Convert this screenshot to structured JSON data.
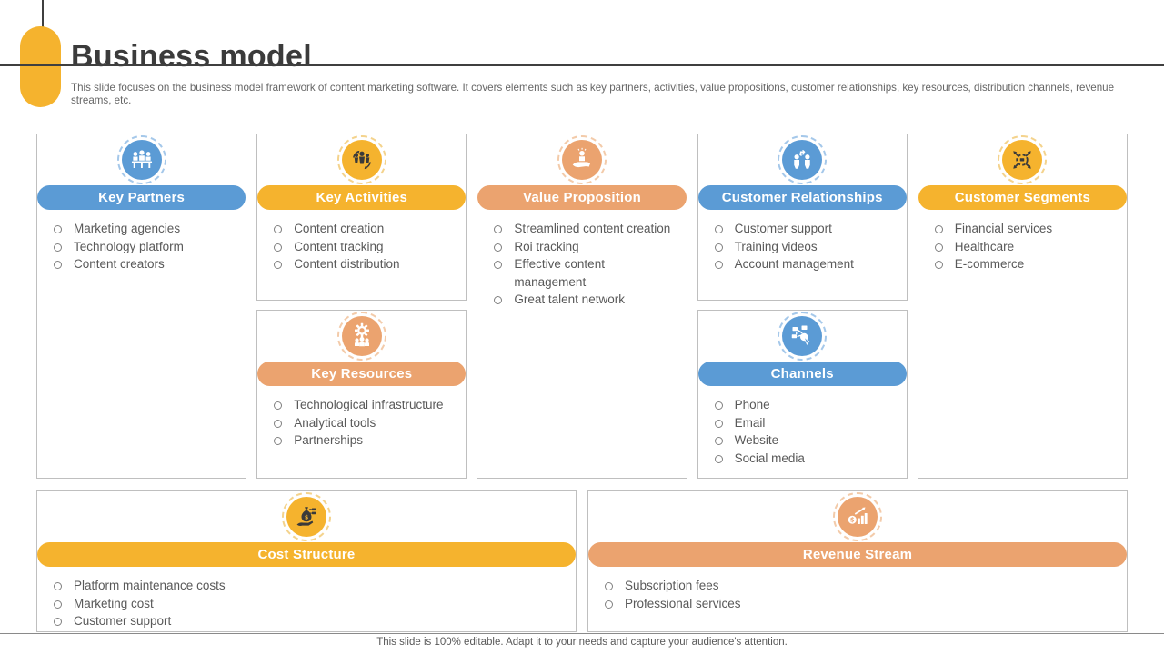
{
  "header": {
    "title": "Business model",
    "subtitle": "This slide focuses on the business model framework of content marketing software. It covers elements such as key partners, activities, value propositions, customer relationships, key resources, distribution channels, revenue streams, etc."
  },
  "footer": {
    "note": "This slide is 100% editable. Adapt it to your needs and capture your audience's attention."
  },
  "colors": {
    "blue": "#5B9BD5",
    "gold": "#F5B32E",
    "orange": "#EBA36F",
    "title_text": "#3B3B3B",
    "body_text": "#595959",
    "card_border": "#BFBFBF"
  },
  "cards": [
    {
      "title": "Key Partners",
      "color": "blue",
      "icon": "meeting-people-icon",
      "items": [
        "Marketing agencies",
        "Technology platform",
        "Content creators"
      ]
    },
    {
      "title": "Key Activities",
      "color": "gold",
      "icon": "people-sync-icon",
      "items": [
        "Content creation",
        "Content tracking",
        "Content distribution"
      ]
    },
    {
      "title": "Key Resources",
      "color": "orange",
      "icon": "gear-people-icon",
      "items": [
        "Technological infrastructure",
        "Analytical tools",
        "Partnerships"
      ]
    },
    {
      "title": "Value Proposition",
      "color": "orange",
      "icon": "hand-person-icon",
      "items": [
        "Streamlined content creation",
        "Roi tracking",
        "Effective content management",
        "Great talent network"
      ]
    },
    {
      "title": "Customer Relationships",
      "color": "blue",
      "icon": "people-exchange-icon",
      "items": [
        "Customer support",
        "Training videos",
        "Account management"
      ]
    },
    {
      "title": "Channels",
      "color": "blue",
      "icon": "network-click-icon",
      "items": [
        "Phone",
        "Email",
        "Website",
        "Social media"
      ]
    },
    {
      "title": "Customer Segments",
      "color": "gold",
      "icon": "target-arrows-icon",
      "items": [
        "Financial services",
        "Healthcare",
        "E-commerce"
      ]
    },
    {
      "title": "Cost Structure",
      "color": "gold",
      "icon": "money-bag-hand-icon",
      "items": [
        "Platform maintenance costs",
        "Marketing cost",
        "Customer support"
      ]
    },
    {
      "title": "Revenue Stream",
      "color": "orange",
      "icon": "coin-growth-chart-icon",
      "items": [
        "Subscription fees",
        "Professional services"
      ]
    }
  ]
}
